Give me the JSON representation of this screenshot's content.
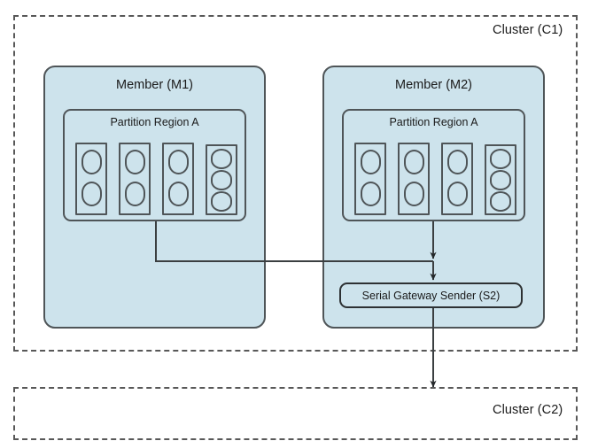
{
  "diagram": {
    "title_semantic": "geode-wan-serial-gateway-sender-topology",
    "colors": {
      "box_fill": "#cde3ec",
      "box_border": "#4f5558",
      "cluster_border": "#585858",
      "wire": "#3b3f41",
      "text": "#1a1a1a",
      "background": "#ffffff"
    }
  },
  "clusters": [
    {
      "id": "C1",
      "label": "Cluster (C1)"
    },
    {
      "id": "C2",
      "label": "Cluster (C2)"
    }
  ],
  "members": [
    {
      "id": "M1",
      "label": "Member (M1)",
      "region": {
        "label": "Partition Region A",
        "buckets": [
          {
            "entries": 2
          },
          {
            "entries": 2
          },
          {
            "entries": 2
          },
          {
            "entries": 3
          }
        ]
      }
    },
    {
      "id": "M2",
      "label": "Member (M2)",
      "region": {
        "label": "Partition Region A",
        "buckets": [
          {
            "entries": 2
          },
          {
            "entries": 2
          },
          {
            "entries": 2
          },
          {
            "entries": 3
          }
        ]
      }
    }
  ],
  "gateway_senders": [
    {
      "id": "S2",
      "label": "Serial Gateway Sender (S2)"
    }
  ],
  "connections": [
    {
      "from": "M1.Partition Region A",
      "to": "Serial Gateway Sender (S2)",
      "style": "orthogonal-arrow"
    },
    {
      "from": "M2.Partition Region A",
      "to": "Serial Gateway Sender (S2)",
      "style": "vertical-arrow"
    },
    {
      "from": "Serial Gateway Sender (S2)",
      "to": "Cluster (C2)",
      "style": "vertical-arrow"
    }
  ]
}
